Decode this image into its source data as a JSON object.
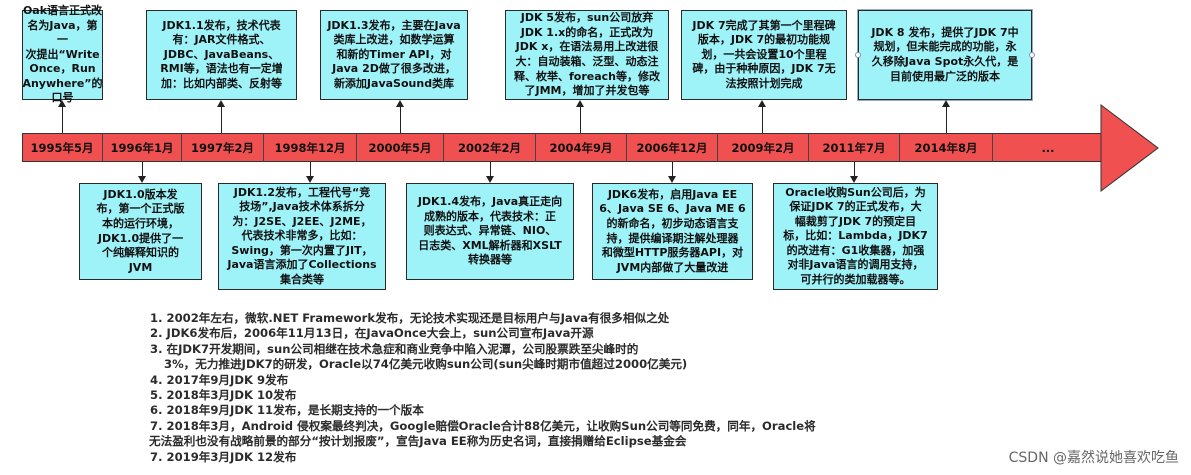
{
  "timeline": [
    {
      "label": "1995年5月"
    },
    {
      "label": "1996年1月"
    },
    {
      "label": "1997年2月"
    },
    {
      "label": "1998年12月"
    },
    {
      "label": "2000年5月"
    },
    {
      "label": "2002年2月"
    },
    {
      "label": "2004年9月"
    },
    {
      "label": "2006年12月"
    },
    {
      "label": "2009年2月"
    },
    {
      "label": "2011年7月"
    },
    {
      "label": "2014年8月"
    },
    {
      "label": "..."
    }
  ],
  "top_boxes": [
    {
      "text": "Oak语言正式改\n名为Java，第一\n次提出“Write\nOnce，Run\nAnywhere”的\n口号"
    },
    {
      "text": "JDK1.1发布，技术代表\n有：JAR文件格式、\nJDBC、JavaBeans、\nRMI等，语法也有一定增\n加：比如内部类、反射等"
    },
    {
      "text": "JDK1.3发布，主要在Java\n类库上改进，如数学运算\n和新的Timer API，对\nJava 2D做了很多改进，\n新添加JavaSound类库"
    },
    {
      "text": "JDK 5发布，sun公司放弃\nJDK 1.x的命名，正式改为\nJDK x，在语法易用上改进很\n大：自动装箱、泛型、动态注\n释、枚举、foreach等，修改\n了JMM，增加了并发包等"
    },
    {
      "text": "JDK 7完成了其第一个里程碑\n版本，JDK 7的最初功能规\n划，一共会设置10个里程\n碑，由于种种原因，JDK 7无\n法按照计划完成"
    },
    {
      "text": "JDK 8 发布，提供了JDK 7中\n规划，但未能完成的功能，永\n久移除Java Spot永久代，是\n目前使用最广泛的版本"
    }
  ],
  "bottom_boxes": [
    {
      "text": "JDK1.0版本发\n布，第一个正式版\n本的运行环境，\nJDK1.0提供了一\n个纯解释知识的\nJVM"
    },
    {
      "text": "JDK1.2发布，工程代号“竞\n技场”,Java技术体系拆分\n为：J2SE、J2EE、J2ME，\n代表技术非常多，比如：\nSwing，第一次内置了JIT，\nJava语言添加了Collections\n集合类等"
    },
    {
      "text": "JDK1.4发布，Java真正走向\n成熟的版本，代表技术：正\n则表达式、异常链、NIO、\n日志类、XML解析器和XSLT\n转换器等"
    },
    {
      "text": "JDK6发布，启用Java EE\n6、Java SE 6、Java ME 6\n的新命名，初步动态语言支\n持，提供编译期注解处理器\n和微型HTTP服务器API，对\nJVM内部做了大量改进"
    },
    {
      "text": "Oracle收购Sun公司后，为\n保证JDK 7的正式发布，大\n幅裁剪了JDK 7的预定目\n标，比如：Lambda，JDK7\n的改进有：G1收集器，加强\n对非Java语言的调用支持，\n可并行的类加载器等。"
    }
  ],
  "notes": [
    "1. 2002年左右，微软.NET Framework发布，无论技术实现还是目标用户与Java有很多相似之处",
    "2. JDK6发布后，2006年11月13日，在JavaOnce大会上，sun公司宣布Java开源",
    "3. 在JDK7开发期间，sun公司相继在技术急症和商业竞争中陷入泥潭，公司股票跌至尖峰时的",
    "3%，无力推进JDK7的研发，Oracle以74亿美元收购sun公司(sun尖峰时期市值超过2000亿美元)",
    "4. 2017年9月JDK 9发布",
    "5. 2018年3月JDK 10发布",
    "6. 2018年9月JDK 11发布，是长期支持的一个版本",
    "7. 2018年3月，Android 侵权案最终判决，Google赔偿Oracle合计88亿美元，让收购Sun公司等同免费，同年，Oracle将",
    "无法盈利也没有战略前景的部分“按计划报废”，宣告Java EE称为历史名词，直接捐赠给Eclipse基金会",
    "7. 2019年3月JDK 12发布"
  ],
  "watermark": "CSDN @嘉然说她喜欢吃鱼",
  "colors": {
    "box_fill": "#9ef3f9",
    "timeline_bar": "#f05050",
    "border": "#2a2a2a"
  }
}
